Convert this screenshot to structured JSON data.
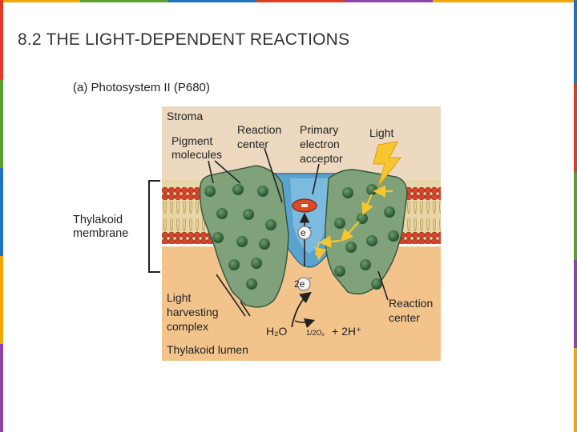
{
  "slide": {
    "title": "8.2 THE LIGHT-DEPENDENT REACTIONS"
  },
  "figure": {
    "caption": "(a) Photosystem II (P680)",
    "thylakoid_membrane": [
      "Thylakoid",
      "membrane"
    ],
    "stroma": "Stroma",
    "pigment_molecules": [
      "Pigment",
      "molecules"
    ],
    "reaction_center_top": [
      "Reaction",
      "center"
    ],
    "primary_acceptor": [
      "Primary",
      "electron",
      "acceptor"
    ],
    "light": "Light",
    "electron": "e",
    "two_electrons": "2e",
    "light_harvesting": [
      "Light",
      "harvesting",
      "complex"
    ],
    "water": "H₂O",
    "products": "+ 2H⁺",
    "half_o2": "1/2O₂",
    "reaction_center_bottom": [
      "Reaction",
      "center"
    ],
    "lumen": "Thylakoid lumen"
  },
  "colors": {
    "accent_edges": [
      "#f2a600",
      "#e03c24",
      "#5aa02c",
      "#1e73be",
      "#8e44ad",
      "#f2a600"
    ],
    "protein_green": "#7fa27a",
    "channel_blue": "#5ba3cf",
    "lumen_tan": "#f2c48c",
    "stroma_tan": "#ecd9c0",
    "lipid_head": "#d8432a",
    "arrow_yellow": "#f7c62f"
  }
}
